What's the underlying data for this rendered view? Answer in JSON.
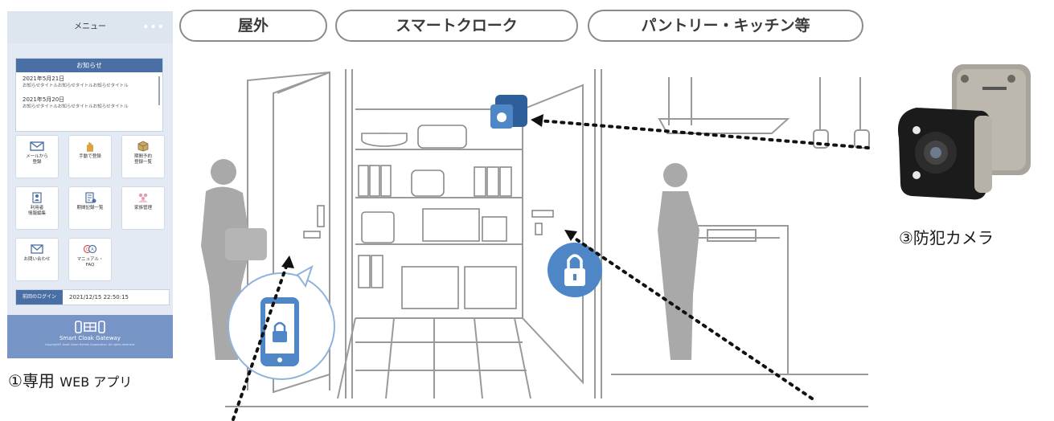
{
  "app": {
    "header_title": "メニュー",
    "header_dots": "•••",
    "notice": {
      "title": "お知らせ",
      "items": [
        {
          "date": "2021年5月21日",
          "text": "お知らせタイトルお知らせタイトルお知らせタイトル"
        },
        {
          "date": "2021年5月20日",
          "text": "お知らせタイトルお知らせタイトルお知らせタイトル"
        }
      ]
    },
    "tiles": [
      {
        "label": "メールから\n登録"
      },
      {
        "label": "手動で登録"
      },
      {
        "label": "期間予約\n登録一覧"
      },
      {
        "label": "利用者\n情報編集"
      },
      {
        "label": "期間記録一覧"
      },
      {
        "label": "家族管理"
      },
      {
        "label": "お問い合わせ"
      },
      {
        "label": "マニュアル・\nFAQ"
      }
    ],
    "login": {
      "label": "前回のログイン",
      "time": "2021/12/15  22:50:15"
    },
    "brand": {
      "name": "Smart Cloak Gateway",
      "copyright": "Copyright© Asahi Kasei Homes Corporation. All rights reserved."
    }
  },
  "categories": [
    {
      "label": "屋外"
    },
    {
      "label": "スマートクローク"
    },
    {
      "label": "パントリー・キッチン等"
    }
  ],
  "captions": {
    "web_app_num": "①",
    "web_app_label": "専用",
    "web_app_suffix": "WEB アプリ",
    "camera": "③防犯カメラ"
  },
  "colors": {
    "accent_blue": "#4a6fa5",
    "lock_blue": "#4f86c6",
    "figure_gray": "#a9a9a9",
    "line_gray": "#9a9a9a"
  },
  "icons": [
    "mail-icon",
    "hand-icon",
    "box-icon",
    "person-card-icon",
    "document-icon",
    "family-icon",
    "envelope-icon",
    "manual-faq-icon",
    "lock-icon",
    "smartphone-lock-icon",
    "security-camera-icon"
  ]
}
